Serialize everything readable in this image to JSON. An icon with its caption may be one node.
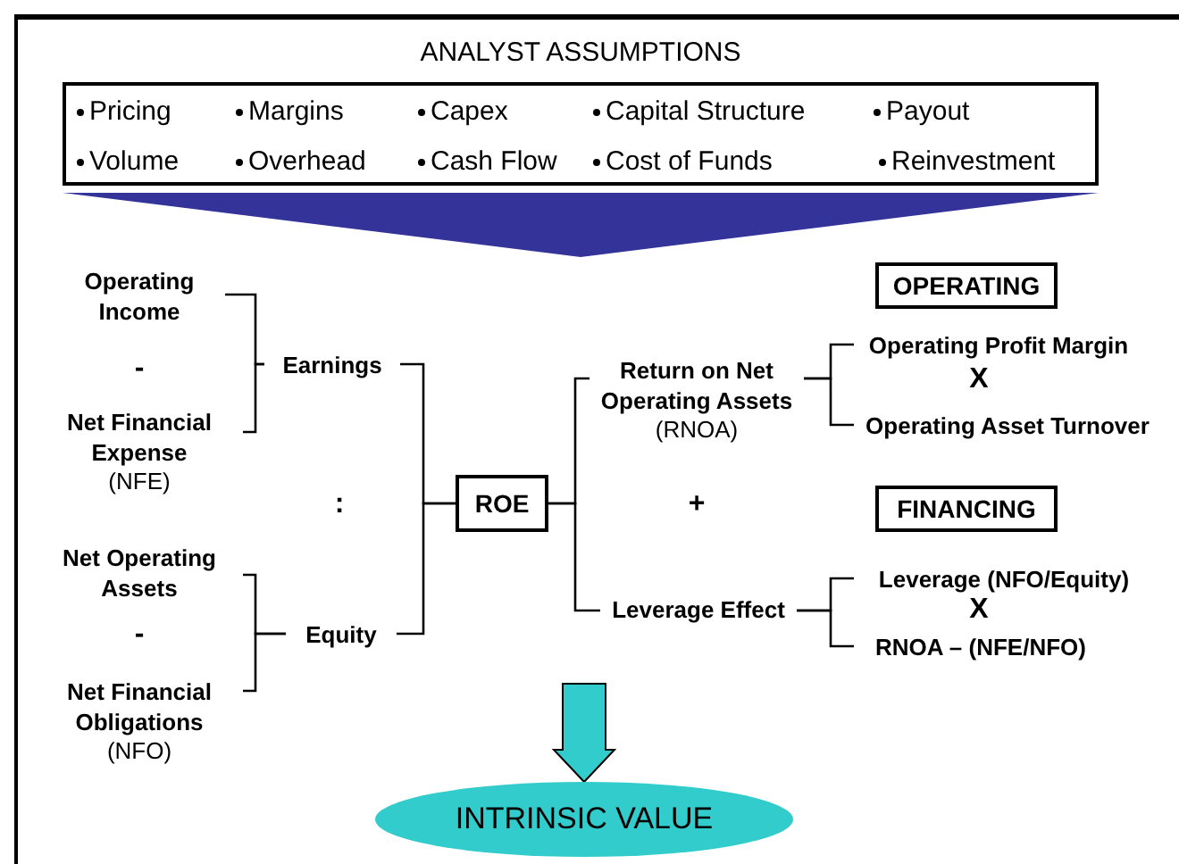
{
  "diagram": {
    "nodes": [
      {
        "text": [
          "ANALYST ASSUMPTIONS",
          "Pricing",
          "Margins",
          "Capex",
          "Capital Structure",
          "Payout",
          "Volume",
          "Overhead",
          "Cash Flow",
          "Cost of Funds",
          "Reinvestment"
        ]
      },
      {
        "text": [
          "Operating Income"
        ]
      },
      {
        "text": [
          "Net Financial Expense",
          "(NFE)"
        ]
      },
      {
        "text": [
          "Earnings"
        ]
      },
      {
        "text": [
          "Net Operating Assets"
        ]
      },
      {
        "text": [
          "Net Financial Obligations",
          "(NFO)"
        ]
      },
      {
        "text": [
          "Equity"
        ]
      },
      {
        "text": [
          "ROE"
        ]
      },
      {
        "text": [
          "Return on Net Operating Assets",
          "(RNOA)"
        ]
      },
      {
        "text": [
          "Leverage Effect"
        ]
      },
      {
        "text": [
          "OPERATING"
        ]
      },
      {
        "text": [
          "Operating Profit Margin"
        ]
      },
      {
        "text": [
          "Operating Asset Turnover"
        ]
      },
      {
        "text": [
          "FINANCING"
        ]
      },
      {
        "text": [
          "Leverage  (NFO/Equity)"
        ]
      },
      {
        "text": [
          "RNOA – (NFE/NFO)"
        ]
      },
      {
        "text": [
          "INTRINSIC VALUE"
        ]
      }
    ],
    "edges": [
      {
        "from": 1,
        "to": 3,
        "arrow": "none"
      },
      {
        "from": 2,
        "to": 3,
        "arrow": "none"
      },
      {
        "from": 4,
        "to": 6,
        "arrow": "none"
      },
      {
        "from": 5,
        "to": 6,
        "arrow": "none"
      },
      {
        "from": 3,
        "to": 7,
        "arrow": "none"
      },
      {
        "from": 6,
        "to": 7,
        "arrow": "none"
      },
      {
        "from": 7,
        "to": 8,
        "arrow": "none"
      },
      {
        "from": 7,
        "to": 9,
        "arrow": "none"
      },
      {
        "from": 8,
        "to": 11,
        "arrow": "none"
      },
      {
        "from": 8,
        "to": 12,
        "arrow": "none"
      },
      {
        "from": 9,
        "to": 14,
        "arrow": "none"
      },
      {
        "from": 9,
        "to": 15,
        "arrow": "none"
      },
      {
        "from": null,
        "to": 16,
        "arrow": "to",
        "style": "thick",
        "color": "#33cccc"
      },
      {
        "from": 0,
        "to": null,
        "arrow": "to",
        "style": "thick",
        "color": "#333399"
      }
    ],
    "labels": [
      "-",
      "-",
      ":",
      "+",
      "X",
      "X"
    ]
  }
}
